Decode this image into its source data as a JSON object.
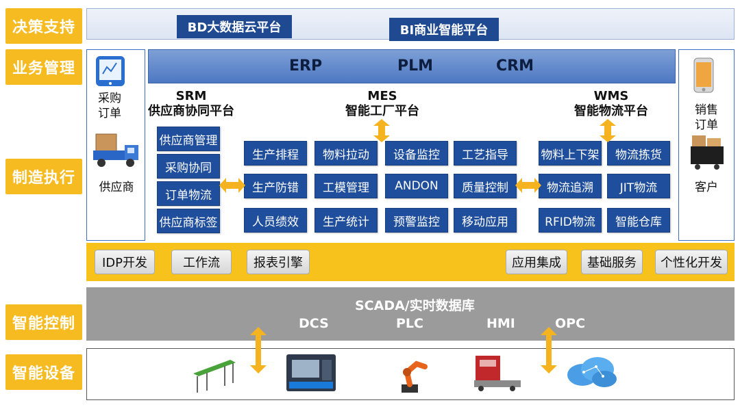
{
  "layers": {
    "decision": "决策支持",
    "business": "业务管理",
    "manufacturing": "制造执行",
    "control": "智能控制",
    "device": "智能设备"
  },
  "decision": {
    "bd": "BD大数据云平台",
    "bi": "BI商业智能平台"
  },
  "business": {
    "erp": "ERP",
    "plm": "PLM",
    "crm": "CRM"
  },
  "left_side": {
    "purchase_order": [
      "采购",
      "订单"
    ],
    "supplier": "供应商"
  },
  "right_side": {
    "sales_order": [
      "销售",
      "订单"
    ],
    "customer": "客户"
  },
  "srm": {
    "title": "SRM",
    "subtitle": "供应商协同平台",
    "modules": [
      "供应商管理",
      "采购协同",
      "订单物流",
      "供应商标签"
    ]
  },
  "mes": {
    "title": "MES",
    "subtitle": "智能工厂平台",
    "modules": [
      "生产排程",
      "物料拉动",
      "设备监控",
      "工艺指导",
      "生产防错",
      "工模管理",
      "ANDON",
      "质量控制",
      "人员绩效",
      "生产统计",
      "预警监控",
      "移动应用"
    ]
  },
  "wms": {
    "title": "WMS",
    "subtitle": "智能物流平台",
    "modules": [
      "物料上下架",
      "物流拣货",
      "物流追溯",
      "JIT物流",
      "RFID物流",
      "智能仓库"
    ]
  },
  "platform": {
    "left": [
      "IDP开发",
      "工作流",
      "报表引擎"
    ],
    "right": [
      "应用集成",
      "基础服务",
      "个性化开发"
    ]
  },
  "control": {
    "title": "SCADA/实时数据库",
    "items": [
      "DCS",
      "PLC",
      "HMI",
      "OPC"
    ]
  },
  "devices": [
    "conveyor-icon",
    "cnc-machine-icon",
    "robot-arm-icon",
    "agv-icon",
    "cloud-network-icon"
  ],
  "colors": {
    "accent": "#f7bb22",
    "module": "#1f4e9c",
    "control": "#9b9b9b"
  }
}
